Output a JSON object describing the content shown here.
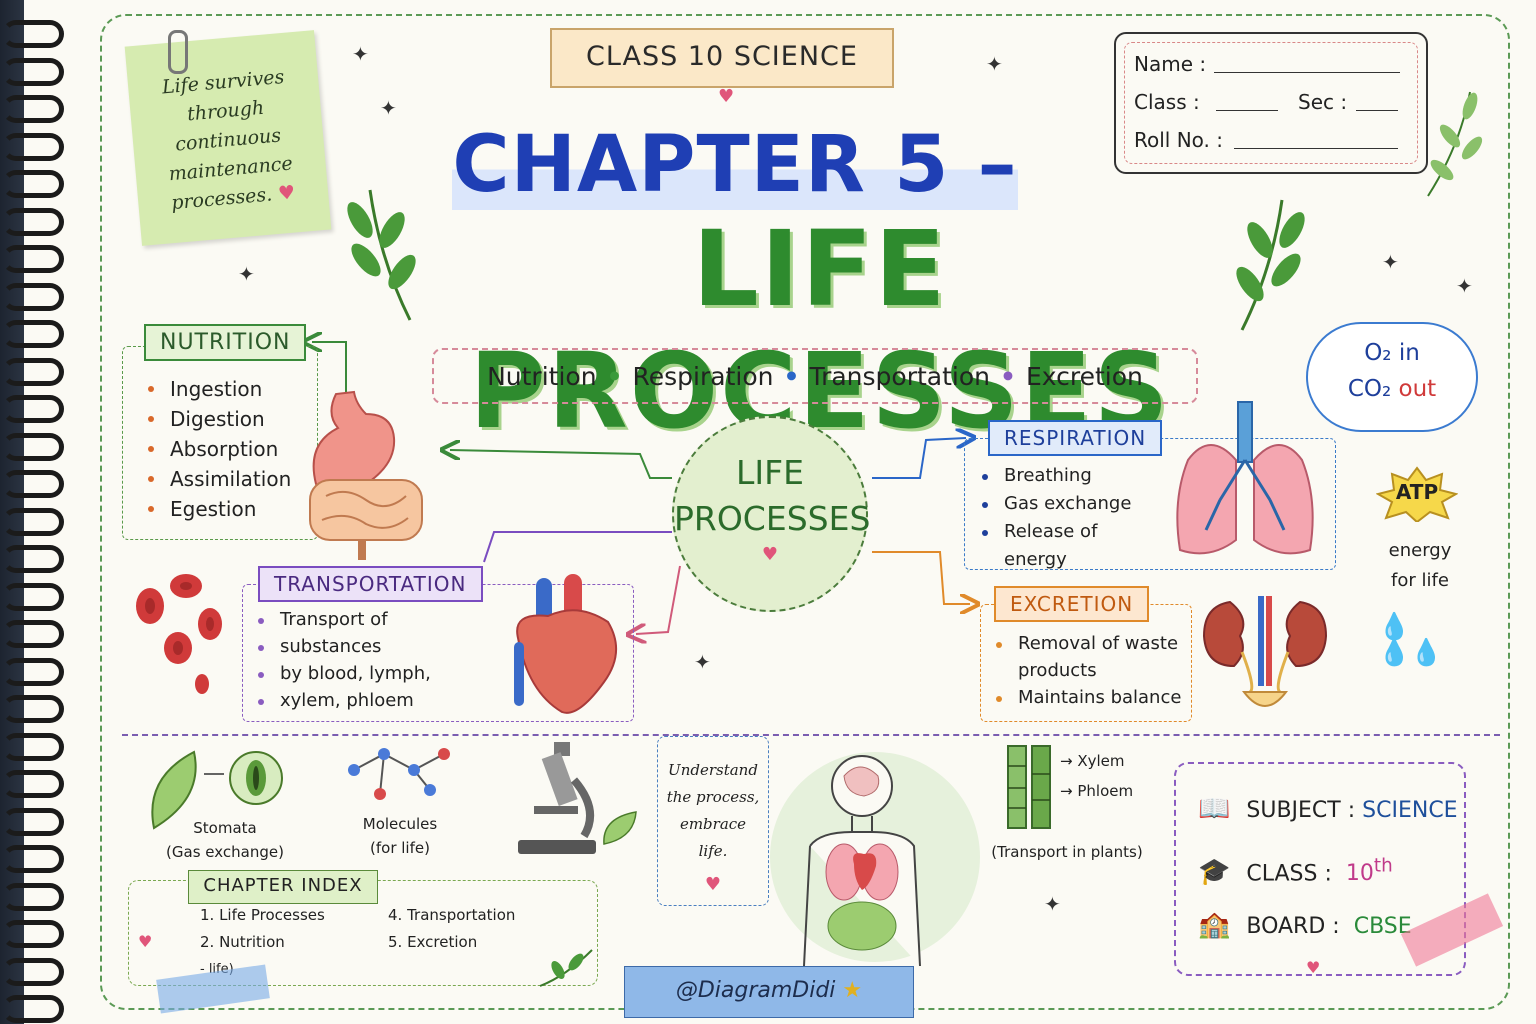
{
  "header": {
    "class_banner": "CLASS 10 SCIENCE",
    "chapter": "CHAPTER 5 –",
    "title": "LIFE PROCESSES"
  },
  "sticky_note": {
    "lines": [
      "Life survives",
      "through",
      "continuous",
      "maintenance",
      "processes."
    ]
  },
  "name_box": {
    "name_label": "Name :",
    "class_label": "Class :",
    "sec_label": "Sec :",
    "roll_label": "Roll No. :"
  },
  "topics": {
    "items": [
      "Nutrition",
      "Respiration",
      "Transportation",
      "Excretion"
    ],
    "dot_colors": [
      "#3a9a3a",
      "#2a66c8",
      "#8a5cc0"
    ]
  },
  "hub": {
    "line1": "LIFE",
    "line2": "PROCESSES"
  },
  "nutrition": {
    "label": "NUTRITION",
    "color": "#3a8a3a",
    "bullet_color": "#d9682a",
    "items": [
      "Ingestion",
      "Digestion",
      "Absorption",
      "Assimilation",
      "Egestion"
    ]
  },
  "respiration": {
    "label": "RESPIRATION",
    "color": "#2a66c8",
    "bullet_color": "#1e3f9b",
    "items": [
      "Breathing",
      "Gas exchange",
      "Release of energy"
    ]
  },
  "transportation": {
    "label": "TRANSPORTATION",
    "color": "#7a4cc0",
    "bullet_color": "#8a5cc0",
    "items": [
      "Transport of",
      "substances",
      "by blood, lymph,",
      "xylem, phloem"
    ]
  },
  "excretion": {
    "label": "EXCRETION",
    "color": "#e08a2a",
    "bullet_color": "#e08a2a",
    "items": [
      "Removal of waste products",
      "Maintains balance"
    ]
  },
  "gas_cloud": {
    "o2": "O₂ in",
    "co2": "CO₂",
    "out": "out"
  },
  "atp": {
    "label": "ATP",
    "caption1": "energy",
    "caption2": "for life"
  },
  "bottom": {
    "stomata": [
      "Stomata",
      "(Gas exchange)"
    ],
    "molecules": [
      "Molecules",
      "(for life)"
    ],
    "quote": [
      "Understand",
      "the process,",
      "embrace",
      "life."
    ],
    "xylem": "Xylem",
    "phloem": "Phloem",
    "plant_caption": "(Transport in plants)"
  },
  "chapter_index": {
    "label": "CHAPTER INDEX",
    "col1": [
      "1. Life Processes",
      "2. Nutrition",
      "- life)"
    ],
    "col2": [
      "4. Transportation",
      "5. Excretion"
    ]
  },
  "meta": {
    "subject_label": "SUBJECT :",
    "subject_value": "SCIENCE",
    "class_label": "CLASS :",
    "class_value": "10",
    "class_sup": "th",
    "board_label": "BOARD :",
    "board_value": "CBSE"
  },
  "handle": "@DiagramDidi"
}
